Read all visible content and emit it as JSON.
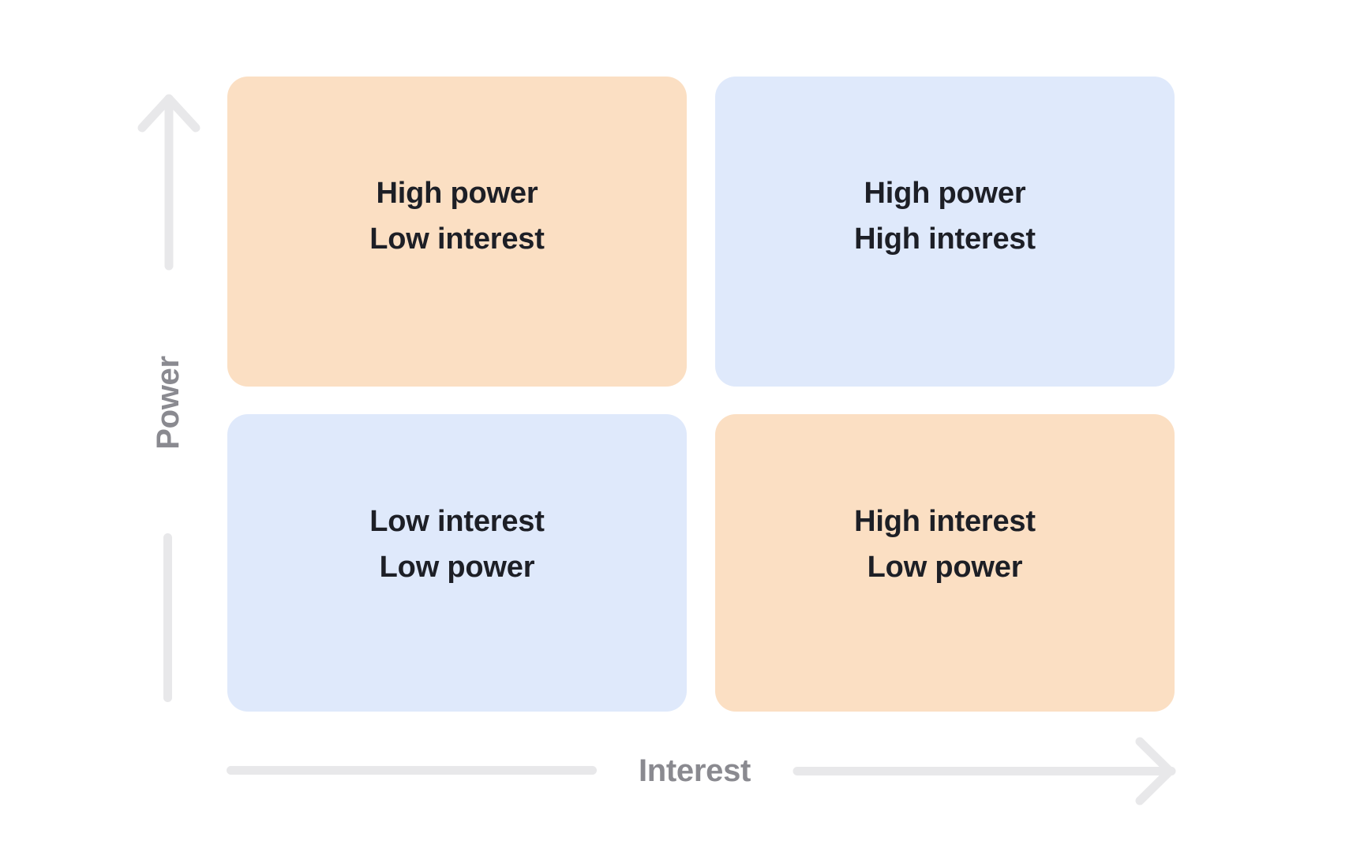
{
  "diagram": {
    "type": "power-interest-grid",
    "background_color": "#ffffff",
    "axes": {
      "y": {
        "label": "Power",
        "label_color": "#8a8a90",
        "direction": "up",
        "line_color": "#e8e8ea",
        "arrow_icon": "arrow-up-icon"
      },
      "x": {
        "label": "Interest",
        "label_color": "#8a8a90",
        "direction": "right",
        "line_color": "#e8e8ea",
        "arrow_icon": "arrow-right-icon"
      }
    },
    "palette": {
      "orange": "#fbdfc3",
      "blue": "#dfe9fb",
      "text": "#1d1f26",
      "axis": "#e8e8ea"
    },
    "quadrants": [
      {
        "id": "top-left",
        "position": "top-left",
        "color": "#fbdfc3",
        "color_name": "orange",
        "line1": "High power",
        "line2": "Low interest"
      },
      {
        "id": "top-right",
        "position": "top-right",
        "color": "#dfe9fb",
        "color_name": "blue",
        "line1": "High power",
        "line2": "High interest"
      },
      {
        "id": "bottom-left",
        "position": "bottom-left",
        "color": "#dfe9fb",
        "color_name": "blue",
        "line1": "Low interest",
        "line2": "Low power"
      },
      {
        "id": "bottom-right",
        "position": "bottom-right",
        "color": "#fbdfc3",
        "color_name": "orange",
        "line1": "High interest",
        "line2": "Low power"
      }
    ]
  }
}
